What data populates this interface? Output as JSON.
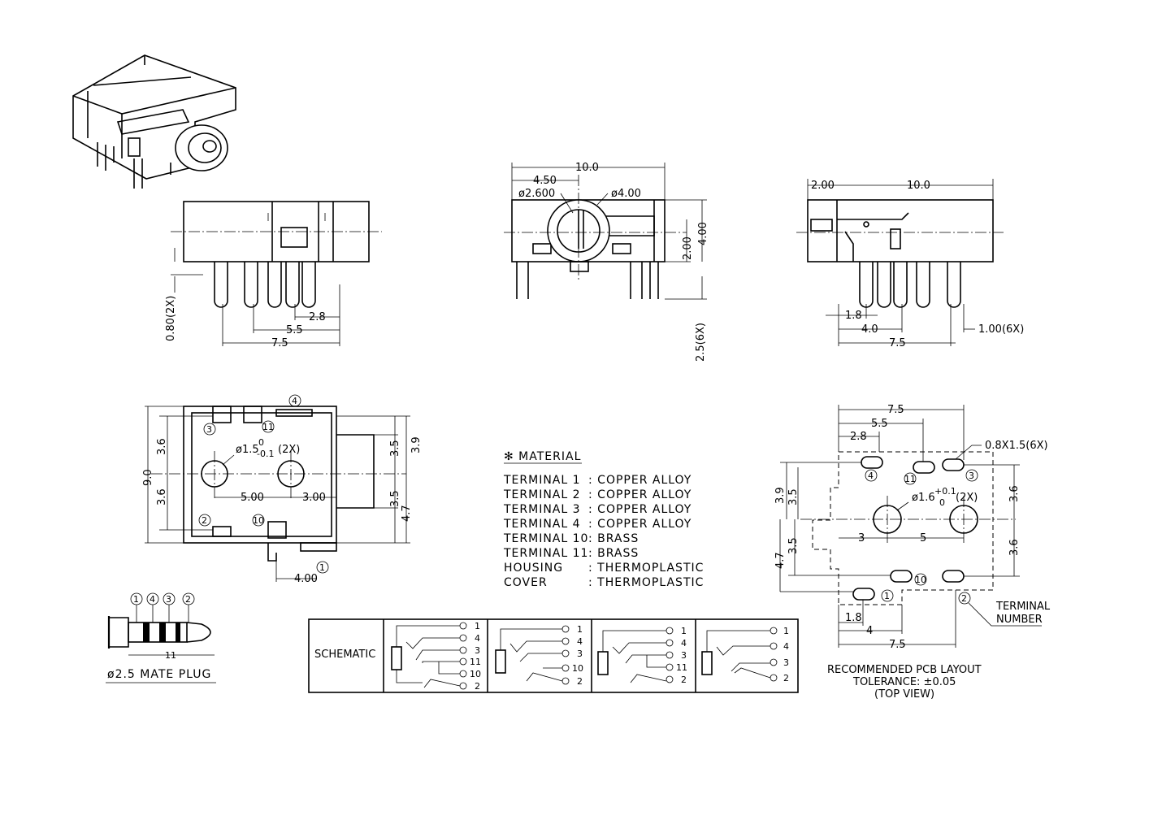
{
  "top_views": {
    "front_dims": [
      "0.80(2X)",
      "2.8",
      "5.5",
      "7.5"
    ],
    "side_dims": [
      "10.0",
      "4.50",
      "ø2.600",
      "ø4.00",
      "2.00",
      "4.00",
      "2.5(6X)"
    ],
    "rear_dims": [
      "2.00",
      "10.0",
      "1.8",
      "4.0",
      "1.00(6X)",
      "7.5"
    ]
  },
  "bottom_view": {
    "dims": [
      "9.0",
      "3.6",
      "3.6",
      "3.5",
      "3.9",
      "3.5",
      "4.7",
      "5.00",
      "3.00",
      "4.00"
    ],
    "hole_label": "ø1.5",
    "hole_tol_upper": "0",
    "hole_tol_lower": "-0.1",
    "hole_count": "(2X)",
    "terminals": [
      "4",
      "3",
      "11",
      "2",
      "10",
      "1"
    ]
  },
  "material": {
    "title": "✻ MATERIAL",
    "rows": [
      {
        "part": "TERMINAL  1",
        "value": ": COPPER  ALLOY"
      },
      {
        "part": "TERMINAL  2",
        "value": ": COPPER  ALLOY"
      },
      {
        "part": "TERMINAL  3",
        "value": ": COPPER  ALLOY"
      },
      {
        "part": "TERMINAL  4",
        "value": ": COPPER  ALLOY"
      },
      {
        "part": "TERMINAL  10",
        "value": ": BRASS"
      },
      {
        "part": "TERMINAL  11",
        "value": ": BRASS"
      },
      {
        "part": "HOUSING",
        "value": ": THERMOPLASTIC"
      },
      {
        "part": "COVER",
        "value": ": THERMOPLASTIC"
      }
    ]
  },
  "plug": {
    "terminals": [
      "1",
      "4",
      "3",
      "2"
    ],
    "length": "11",
    "caption": "ø2.5  MATE  PLUG"
  },
  "schematic": {
    "label": "SCHEMATIC",
    "columns": [
      [
        "1",
        "4",
        "3",
        "11",
        "10",
        "2"
      ],
      [
        "1",
        "4",
        "3",
        "10",
        "2"
      ],
      [
        "1",
        "4",
        "3",
        "11",
        "2"
      ],
      [
        "1",
        "4",
        "3",
        "2"
      ]
    ]
  },
  "pcb": {
    "dims": [
      "7.5",
      "5.5",
      "2.8",
      "0.8X1.5(6X)",
      "3.9",
      "3.5",
      "3.6",
      "3",
      "5",
      "4.7",
      "3.5",
      "3.6",
      "1.8",
      "4",
      "7.5"
    ],
    "hole_label": "ø1.6",
    "hole_tol_upper": "+0.1",
    "hole_tol_lower": "0",
    "hole_count": "(2X)",
    "terminals": [
      "4",
      "11",
      "3",
      "10",
      "1",
      "2"
    ],
    "terminal_note_1": "TERMINAL",
    "terminal_note_2": "NUMBER",
    "caption_1": "RECOMMENDED  PCB  LAYOUT",
    "caption_2": "TOLERANCE: ±0.05",
    "caption_3": "(TOP  VIEW)"
  }
}
